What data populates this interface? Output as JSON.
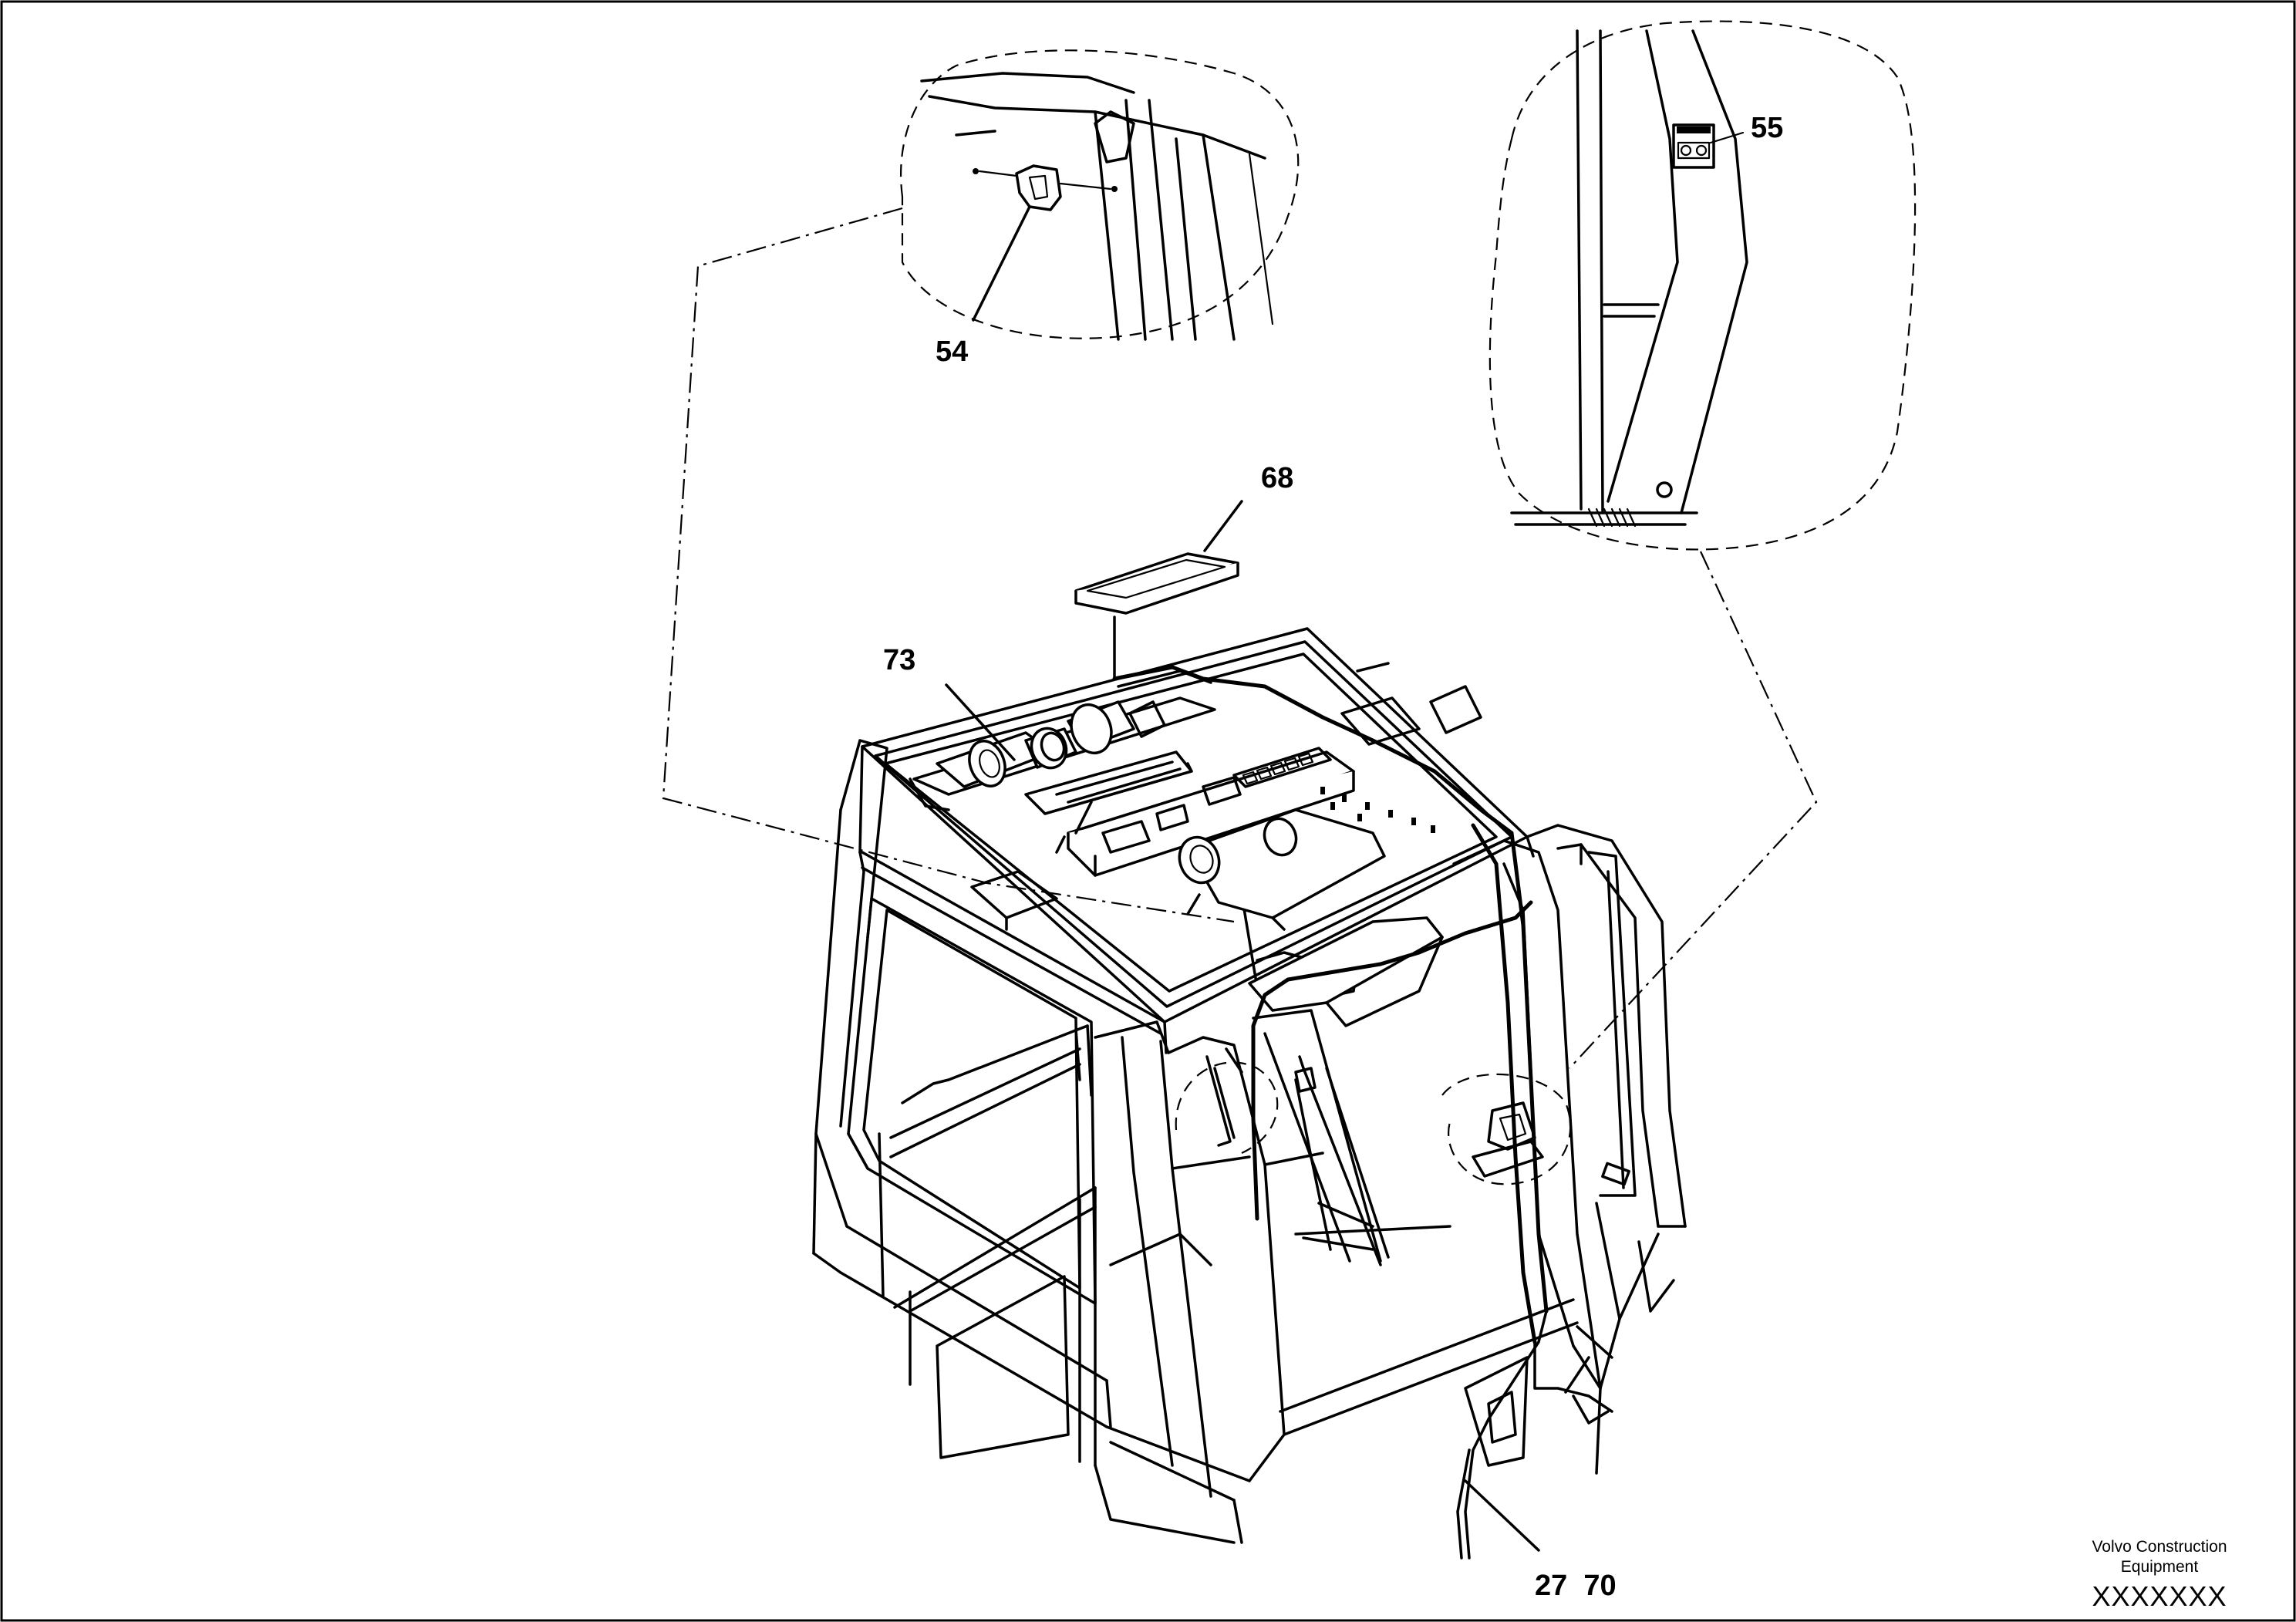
{
  "callouts": {
    "c54": "54",
    "c55": "55",
    "c68": "68",
    "c73": "73",
    "c27_70": "27  70"
  },
  "title_block": {
    "brand_line1": "Volvo Construction",
    "brand_line2": "Equipment",
    "drawing_code": "XXXXXXX"
  }
}
